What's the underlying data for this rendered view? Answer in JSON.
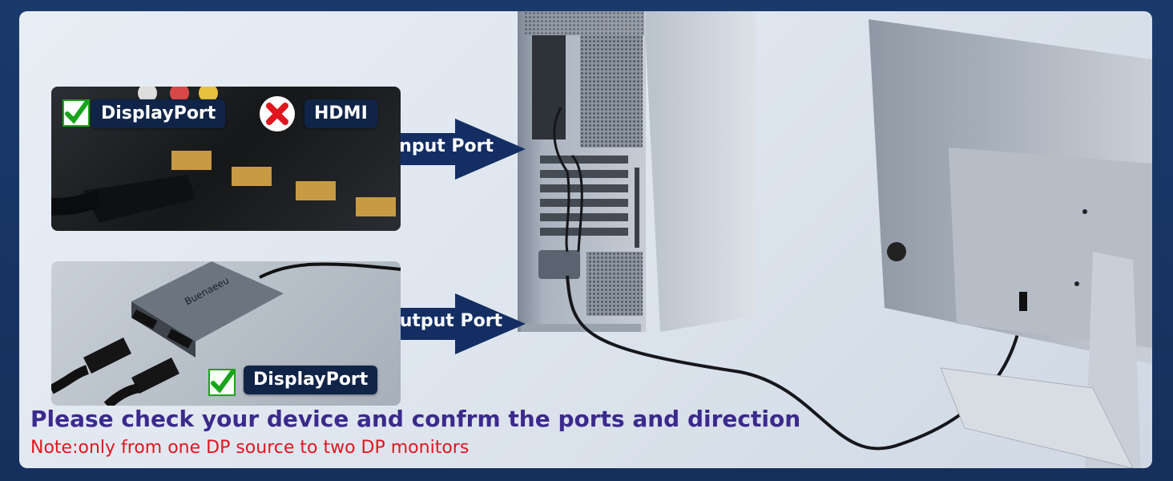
{
  "input_panel": {
    "dp_label": "DisplayPort",
    "hdmi_label": "HDMI"
  },
  "output_panel": {
    "dp_label": "DisplayPort",
    "device_brand": "Buenaeeu"
  },
  "arrows": {
    "input_label": "Input Port",
    "output_label": "Output Port"
  },
  "headline": "Please check your device and confrm the ports and direction",
  "note": "Note:only from one DP source to two DP monitors",
  "colors": {
    "badge_bg": "#102448",
    "arrow": "#142e63",
    "headline": "#3b2a8c",
    "note": "#e0161e",
    "check": "#1ba31b",
    "x_mark": "#e0161e"
  },
  "icons": [
    "check-icon",
    "x-icon",
    "arrow-right-icon"
  ]
}
